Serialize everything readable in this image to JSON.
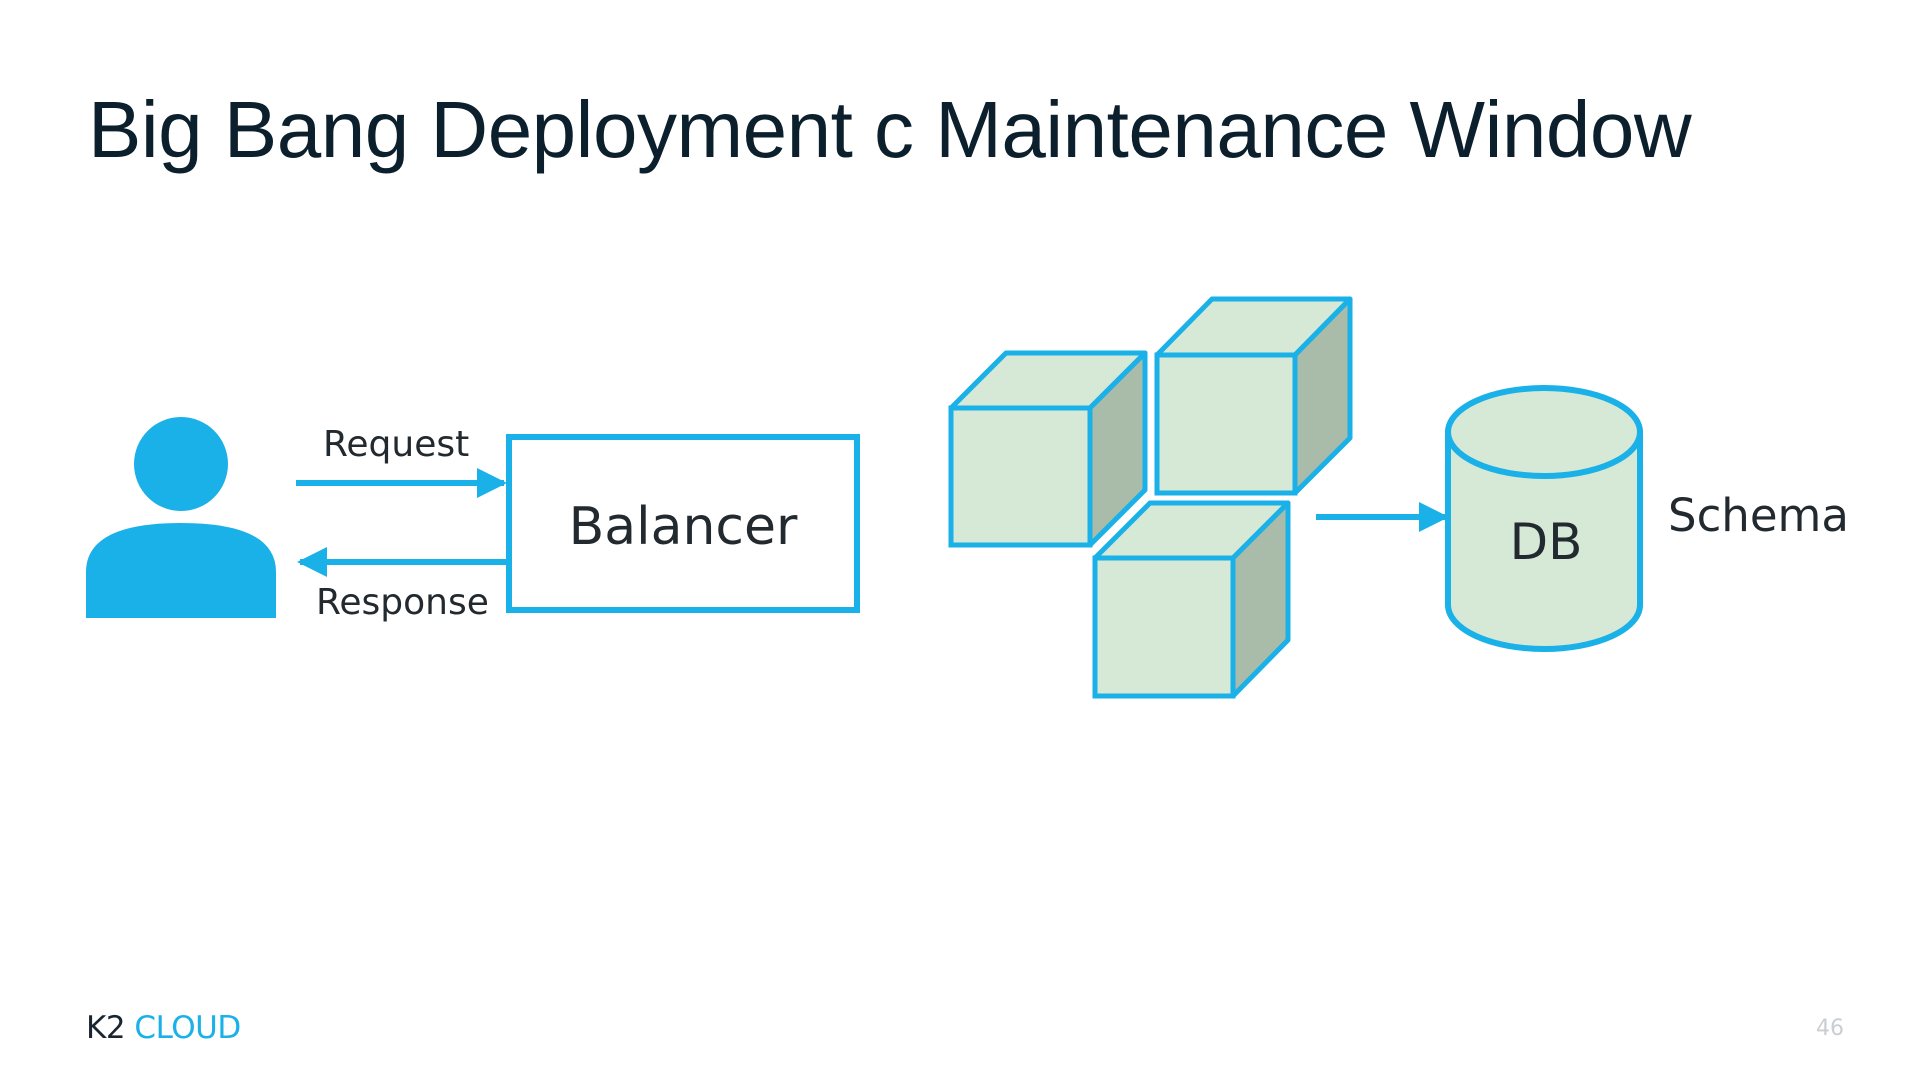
{
  "slide": {
    "title": "Big Bang Deployment c Maintenance Window",
    "page_number": "46"
  },
  "diagram": {
    "user_icon": "user-icon",
    "request_label": "Request",
    "response_label": "Response",
    "balancer_label": "Balancer",
    "server_icon": "cube-icon",
    "server_count": 3,
    "db_label": "DB",
    "schema_label": "Schema"
  },
  "logo": {
    "k2": "K2",
    "cloud": "CLOUD"
  },
  "colors": {
    "accent": "#1ab0e8",
    "cube_face": "#d6e8d6",
    "cube_side": "#a9bba9",
    "text": "#0c1f2c"
  }
}
